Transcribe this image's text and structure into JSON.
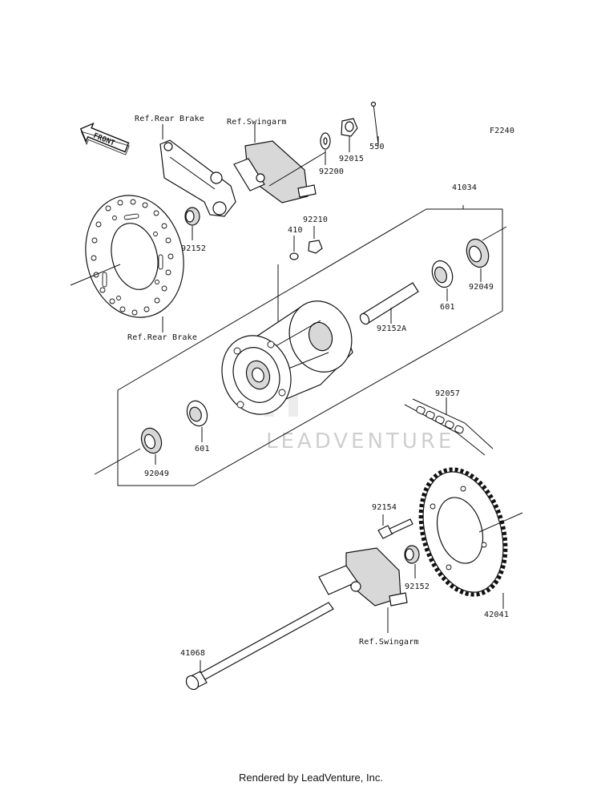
{
  "diagram_code": "F2240",
  "front_label": "FRONT",
  "watermark": "LEADVENTURE",
  "footer": "Rendered by LeadVenture, Inc.",
  "callouts": {
    "ref_rear_brake_top": "Ref.Rear Brake",
    "ref_swingarm_top": "Ref.Swingarm",
    "p92200": "92200",
    "p92015": "92015",
    "p550": "550",
    "p41034": "41034",
    "p92210": "92210",
    "p410": "410",
    "p92152_top": "92152",
    "p92049_right": "92049",
    "p601_right": "601",
    "p92152A": "92152A",
    "ref_rear_brake_bottom": "Ref.Rear Brake",
    "p92057": "92057",
    "p601_left": "601",
    "p92049_left": "92049",
    "p92154": "92154",
    "p92152_bottom": "92152",
    "p42041": "42041",
    "p41068": "41068",
    "ref_swingarm_bottom": "Ref.Swingarm"
  }
}
